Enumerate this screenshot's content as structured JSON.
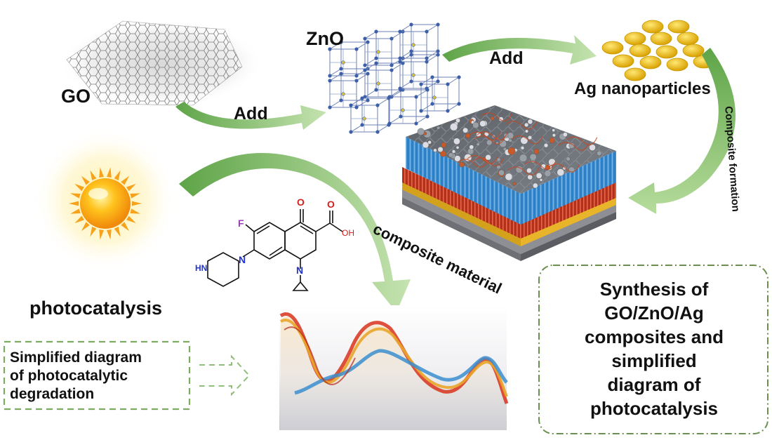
{
  "labels": {
    "go": "GO",
    "zno": "ZnO",
    "add_left": "Add",
    "add_right": "Add",
    "ag": "Ag nanoparticles",
    "composite_formation": "Composite formation",
    "composite_material": "composite material",
    "photocatalysis": "photocatalysis",
    "molecule_o_top": "O",
    "molecule_f": "F",
    "molecule_oh": "OH",
    "molecule_o_acid": "O",
    "molecule_n_ring": "N",
    "molecule_n_pip": "N",
    "molecule_hn": "HN"
  },
  "summary_box": {
    "lines": [
      "Synthesis of",
      "GO/ZnO/Ag",
      "composites and",
      "simplified",
      "diagram of",
      "photocatalysis"
    ]
  },
  "simplified_box": {
    "lines": [
      "Simplified diagram",
      "of photocatalytic",
      "degradation"
    ]
  },
  "colors": {
    "arrow_green": "#8cc47a",
    "box_green": "#7dab5f",
    "sun_orange": "#f7a21b",
    "ag_gold": "#f2c200",
    "zno_blue": "#3d5fa8",
    "fluorine": "#9b3fb4",
    "nitrogen": "#2233cc",
    "oxygen": "#d0201e",
    "layer_blue": "#3a8fd0",
    "layer_red": "#c8361d",
    "layer_yellow": "#e8b52a",
    "spectrum_red": "#d8331c",
    "spectrum_orange": "#e9a52a",
    "spectrum_blue": "#3b8ecf"
  }
}
